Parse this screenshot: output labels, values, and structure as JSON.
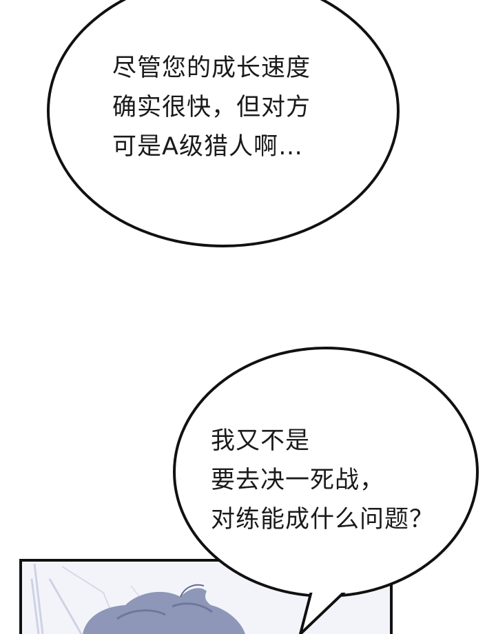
{
  "comic": {
    "bubble_1": {
      "lines": [
        "尽管您的成长速度",
        "确实很快，但对方",
        "可是A级猎人啊…"
      ]
    },
    "bubble_2": {
      "lines": [
        "我又不是",
        "要去决一死战，",
        "对练能成什么问题？"
      ]
    }
  },
  "colors": {
    "ink": "#111111",
    "paper": "#ffffff",
    "panel_tint": "#eef0f8",
    "hair": "#8e97b8"
  }
}
